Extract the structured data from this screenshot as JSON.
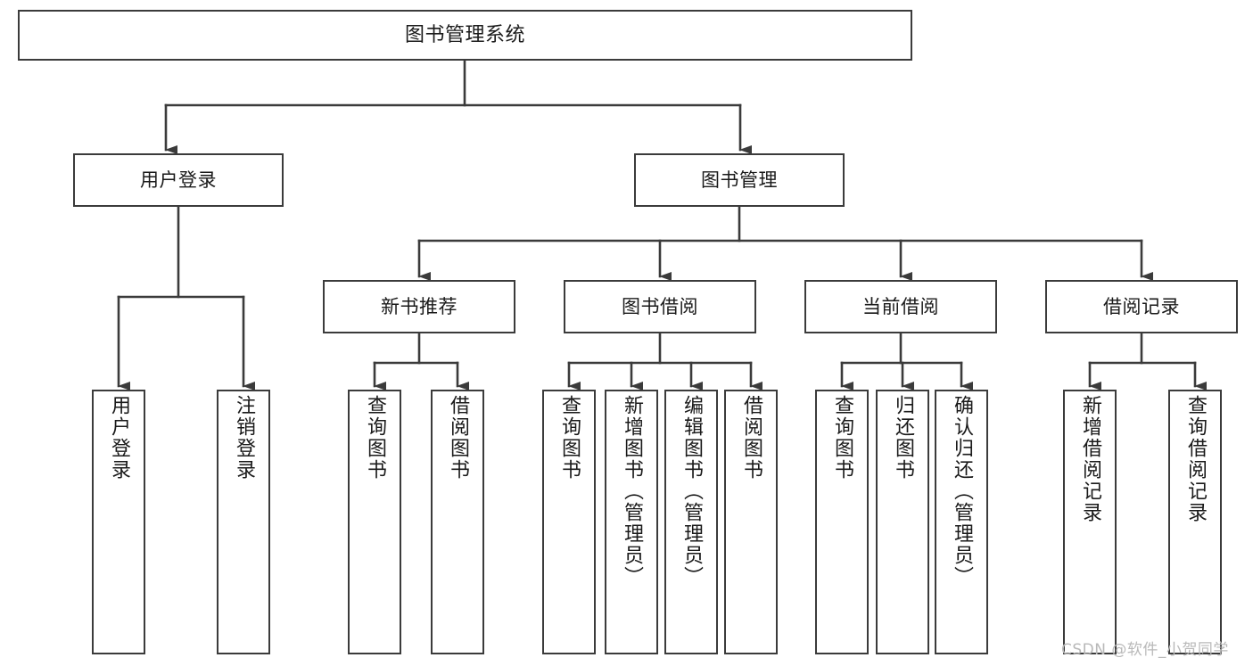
{
  "diagram": {
    "title": "图书管理系统",
    "type": "tree",
    "watermark": "CSDN @软件_小贺同学",
    "colors": {
      "stroke": "#3b3b3b",
      "fill": "#ffffff",
      "text": "#1a1a1a",
      "watermark": "#b9b9b9"
    },
    "levels": {
      "root": {
        "label": "图书管理系统"
      },
      "level1": [
        {
          "label": "用户登录"
        },
        {
          "label": "图书管理"
        }
      ],
      "level2": [
        {
          "label": "新书推荐"
        },
        {
          "label": "图书借阅"
        },
        {
          "label": "当前借阅"
        },
        {
          "label": "借阅记录"
        }
      ],
      "leaves": {
        "user_login": [
          {
            "label": "用户登录"
          },
          {
            "label": "注销登录"
          }
        ],
        "new_book": [
          {
            "label": "查询图书"
          },
          {
            "label": "借阅图书"
          }
        ],
        "book_borrow": [
          {
            "label": "查询图书"
          },
          {
            "label": "新增图书（管理员）"
          },
          {
            "label": "编辑图书（管理员）"
          },
          {
            "label": "借阅图书"
          }
        ],
        "current_borrow": [
          {
            "label": "查询图书"
          },
          {
            "label": "归还图书"
          },
          {
            "label": "确认归还（管理员）"
          }
        ],
        "borrow_record": [
          {
            "label": "新增借阅记录"
          },
          {
            "label": "查询借阅记录"
          }
        ]
      }
    }
  }
}
